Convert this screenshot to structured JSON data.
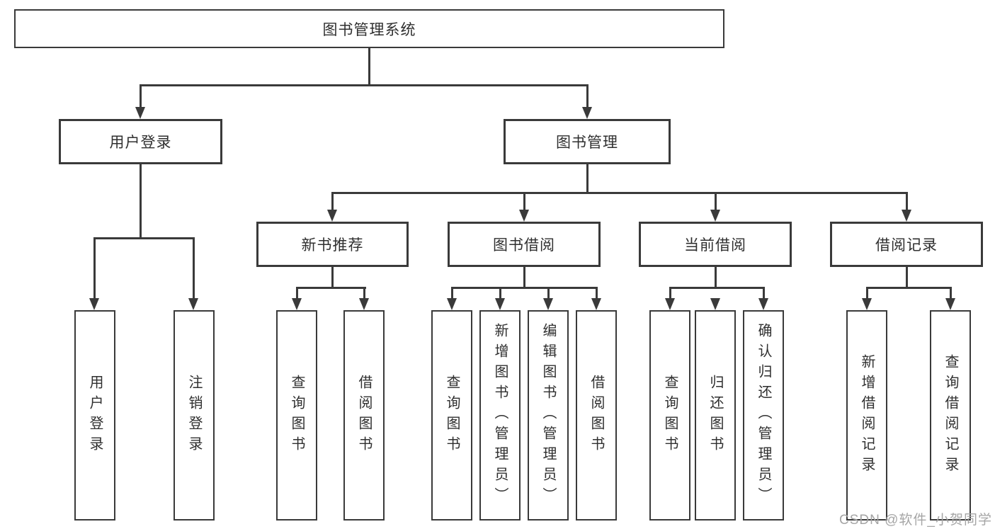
{
  "diagram": {
    "title_node": {
      "label": "图书管理系统"
    },
    "level2": [
      {
        "label": "用户登录"
      },
      {
        "label": "图书管理"
      }
    ],
    "level3": [
      {
        "label": "新书推荐",
        "parent": "图书管理"
      },
      {
        "label": "图书借阅",
        "parent": "图书管理"
      },
      {
        "label": "当前借阅",
        "parent": "图书管理"
      },
      {
        "label": "借阅记录",
        "parent": "图书管理"
      }
    ],
    "leaves": [
      {
        "label": "用户登录",
        "parent": "用户登录"
      },
      {
        "label": "注销登录",
        "parent": "用户登录"
      },
      {
        "label": "查询图书",
        "parent": "新书推荐"
      },
      {
        "label": "借阅图书",
        "parent": "新书推荐"
      },
      {
        "label": "查询图书",
        "parent": "图书借阅"
      },
      {
        "label": "新增图书（管理员）",
        "parent": "图书借阅"
      },
      {
        "label": "编辑图书（管理员）",
        "parent": "图书借阅"
      },
      {
        "label": "借阅图书",
        "parent": "图书借阅"
      },
      {
        "label": "查询图书",
        "parent": "当前借阅"
      },
      {
        "label": "归还图书",
        "parent": "当前借阅"
      },
      {
        "label": "确认归还（管理员）",
        "parent": "当前借阅"
      },
      {
        "label": "新增借阅记录",
        "parent": "借阅记录"
      },
      {
        "label": "查询借阅记录",
        "parent": "借阅记录"
      }
    ]
  },
  "watermark": {
    "text": "CSDN @软件_小贺同学"
  },
  "colors": {
    "line": "#3a3a3a",
    "text": "#2f2f2f",
    "background": "#ffffff",
    "watermark": "#a5a5a5"
  }
}
